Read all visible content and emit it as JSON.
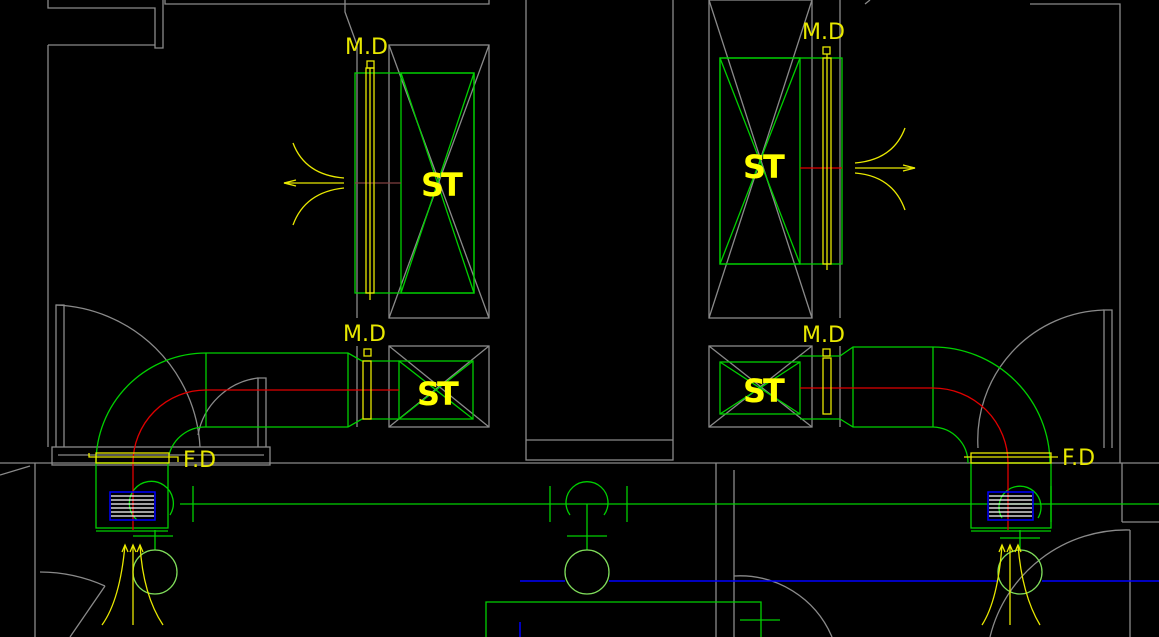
{
  "drawing": {
    "labels": {
      "md_top_left": "M.D",
      "md_top_right": "M.D",
      "md_mid_left": "M.D",
      "md_mid_right": "M.D",
      "st_top_left": "ST",
      "st_top_right": "ST",
      "st_mid_left": "ST",
      "st_mid_right": "ST",
      "fd_left": "F.D",
      "fd_right": "F.D"
    },
    "colors": {
      "wall": "#8a8a8a",
      "duct": "#00d000",
      "damper": "#e8e800",
      "centerline": "#e00000",
      "pipe": "#0000ff",
      "background": "#000000"
    }
  }
}
